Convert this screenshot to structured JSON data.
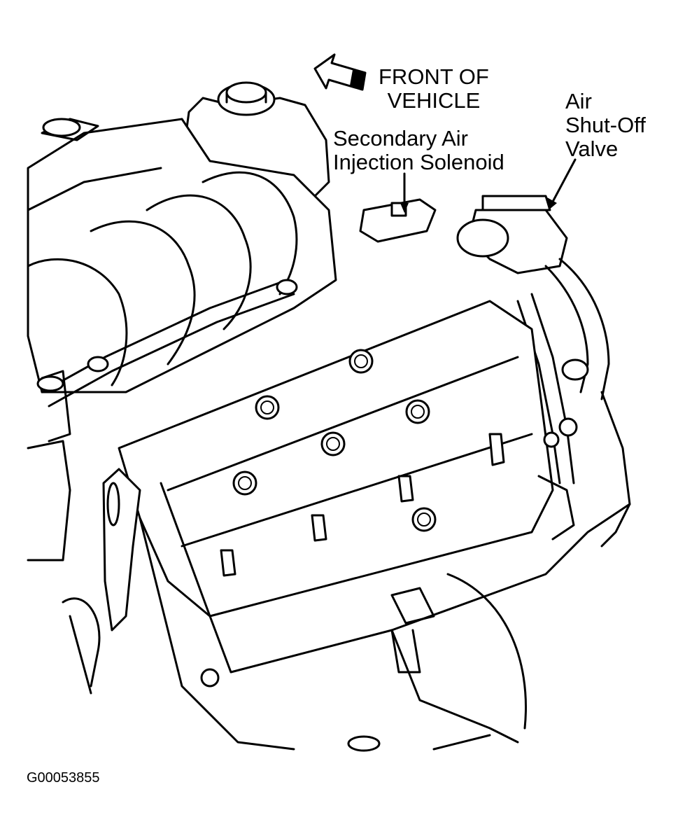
{
  "labels": {
    "front_line1": "FRONT OF",
    "front_line2": "VEHICLE",
    "solenoid_line1": "Secondary Air",
    "solenoid_line2": "Injection Solenoid",
    "valve_line1": "Air",
    "valve_line2": "Shut-Off",
    "valve_line3": "Valve"
  },
  "figure_id": "G00053855"
}
